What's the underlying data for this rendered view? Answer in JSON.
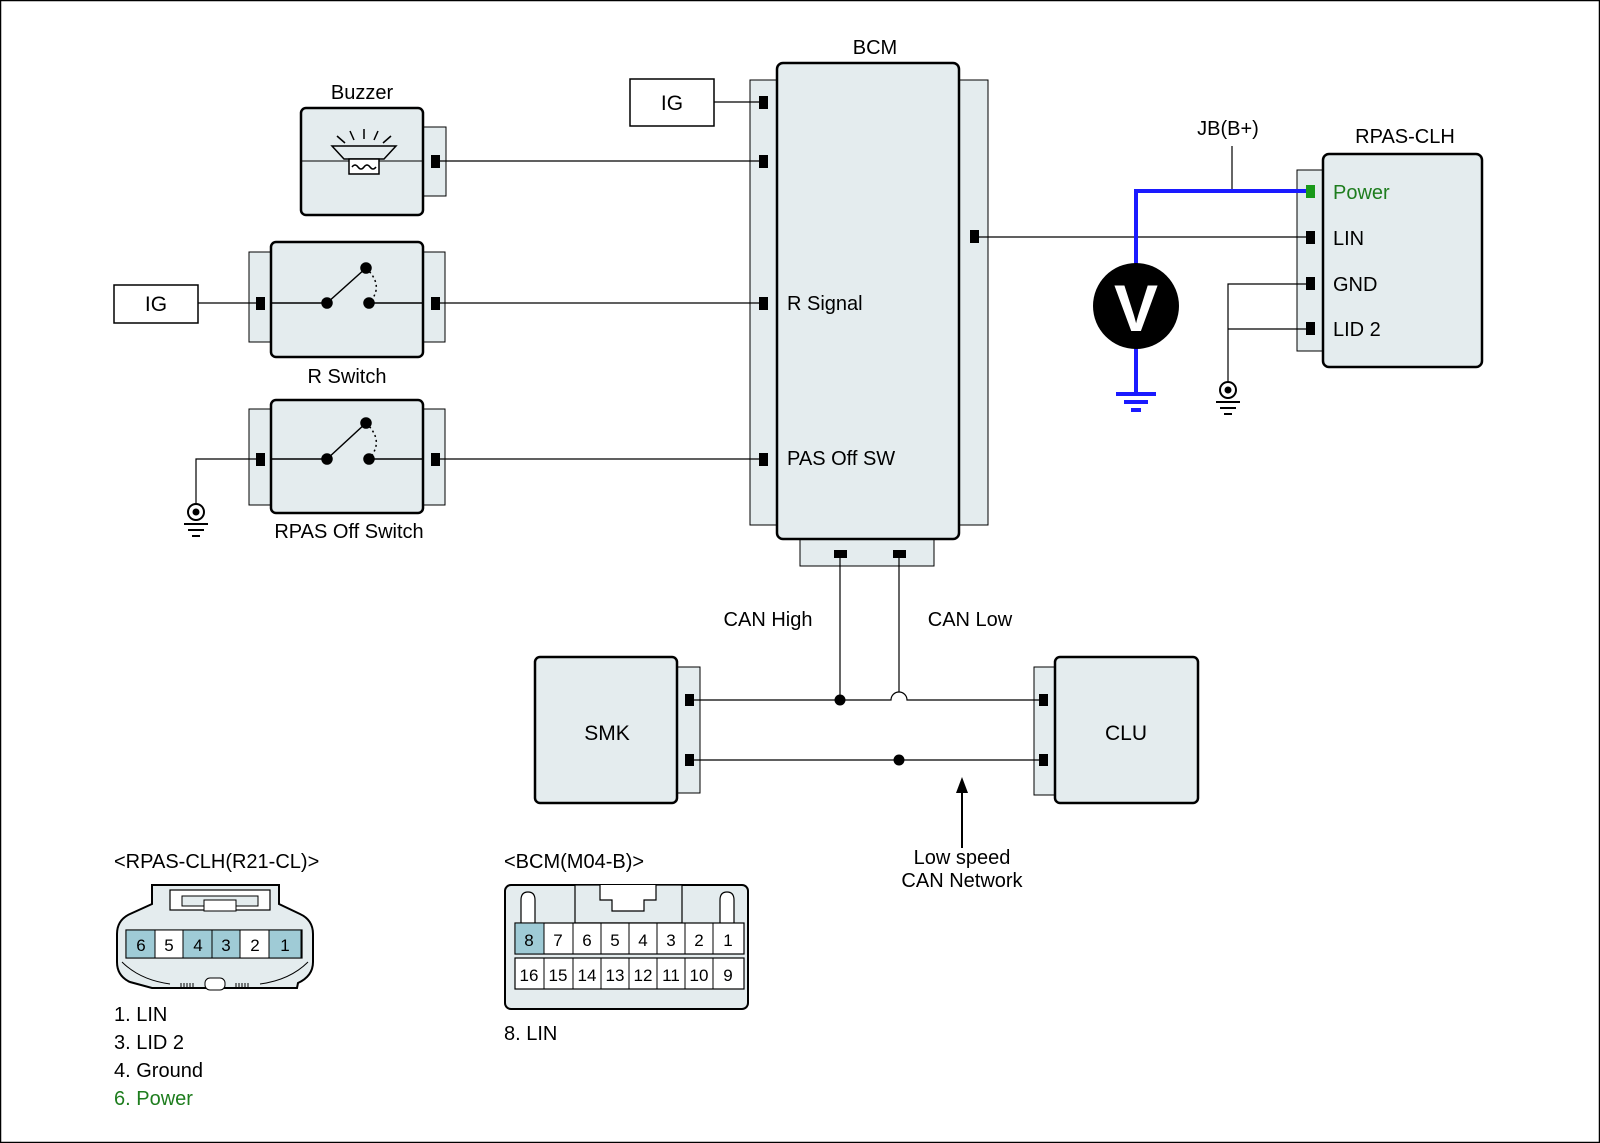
{
  "components": {
    "bcm": {
      "title": "BCM",
      "pin_r_signal": "R Signal",
      "pin_pas_off_sw": "PAS Off SW"
    },
    "ig_top": "IG",
    "ig_left": "IG",
    "buzzer": "Buzzer",
    "r_switch": "R Switch",
    "rpas_off_switch": "RPAS Off Switch",
    "rpas_clh": {
      "title": "RPAS-CLH",
      "pins": [
        "Power",
        "LIN",
        "GND",
        "LID 2"
      ]
    },
    "jb": "JB(B+)",
    "voltmeter": "V",
    "smk": "SMK",
    "clu": "CLU"
  },
  "network": {
    "can_high": "CAN High",
    "can_low": "CAN Low",
    "low_speed_line1": "Low speed",
    "low_speed_line2": "CAN Network"
  },
  "connector_rpas": {
    "title": "<RPAS-CLH(R21-CL)>",
    "pins": [
      "6",
      "5",
      "4",
      "3",
      "2",
      "1"
    ],
    "legend": [
      "1. LIN",
      "3. LID 2",
      "4. Ground",
      "6. Power"
    ]
  },
  "connector_bcm": {
    "title": "<BCM(M04-B)>",
    "row1": [
      "8",
      "7",
      "6",
      "5",
      "4",
      "3",
      "2",
      "1"
    ],
    "row2": [
      "16",
      "15",
      "14",
      "13",
      "12",
      "11",
      "10",
      "9"
    ],
    "legend": [
      "8. LIN"
    ]
  },
  "colors": {
    "module_fill": "#e4ecee",
    "highlight_pin": "#9fcbd6",
    "measure_wire": "#1a1aff",
    "power_text": "#1e7d1e",
    "power_terminal": "#1a9a1a"
  }
}
